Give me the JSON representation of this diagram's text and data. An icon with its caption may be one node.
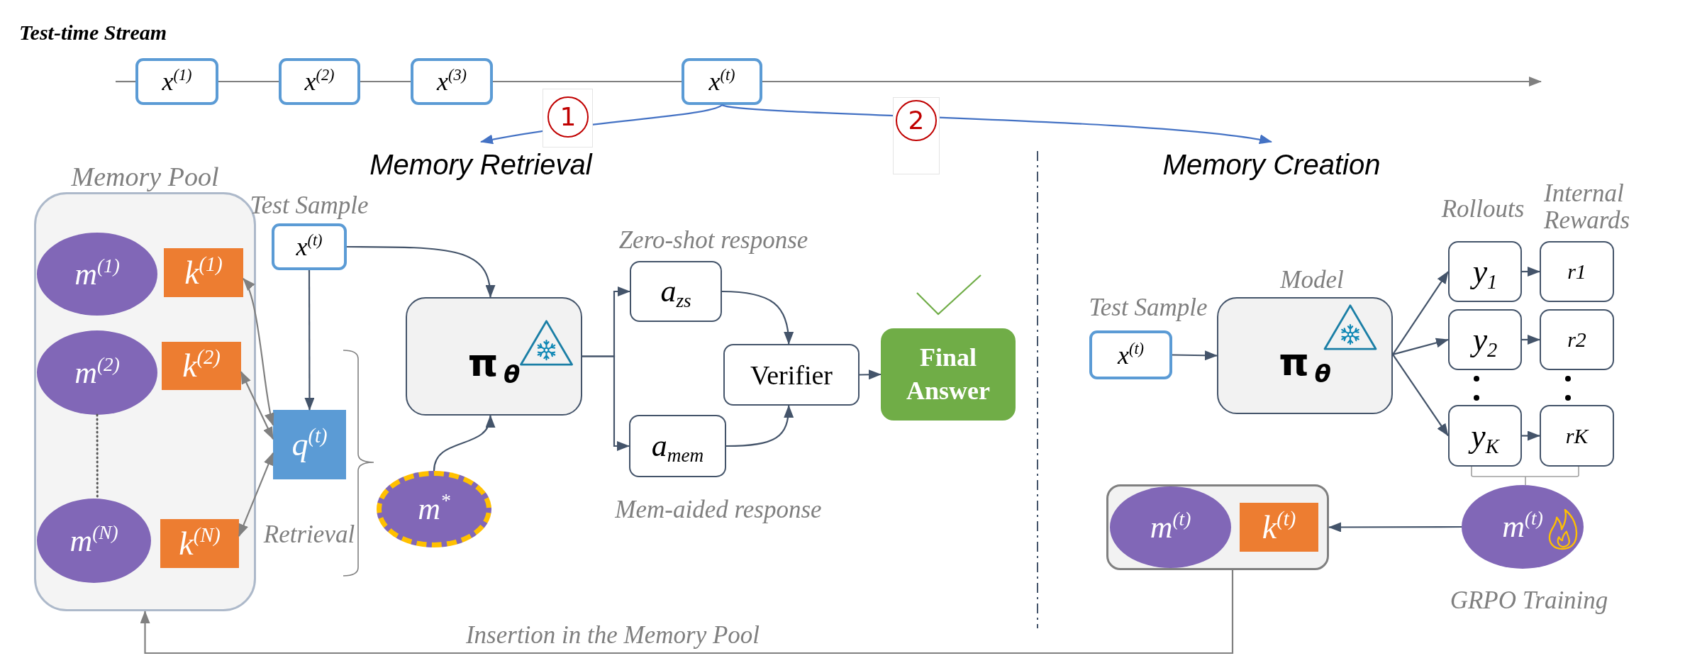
{
  "diagram": {
    "title": "Test-time Stream",
    "nodes": [
      {
        "text": [
          "x$^{(1)}$"
        ]
      },
      {
        "text": [
          "x$^{(2)}$"
        ]
      },
      {
        "text": [
          "x$^{(3)}$"
        ]
      },
      {
        "text": [
          "x$^{(t)}$"
        ]
      },
      {
        "text": [
          "Memory Retrieval"
        ]
      },
      {
        "text": [
          "Memory Creation"
        ]
      },
      {
        "text": [
          "Memory Pool"
        ]
      },
      {
        "text": [
          "m$^{(1)}$"
        ],
        "in": 6
      },
      {
        "text": [
          "k$^{(1)}$"
        ],
        "in": 6
      },
      {
        "text": [
          "m$^{(2)}$"
        ],
        "in": 6
      },
      {
        "text": [
          "k$^{(2)}$"
        ],
        "in": 6
      },
      {
        "text": [
          "m$^{(N)}$"
        ],
        "in": 6
      },
      {
        "text": [
          "k$^{(N)}$"
        ],
        "in": 6
      },
      {
        "text": [
          "x$^{(t)}$"
        ],
        "beside": [
          "Test Sample"
        ]
      },
      {
        "text": [
          "q$^{(t)}$"
        ]
      },
      {
        "text": [
          "m$^{*}$"
        ]
      },
      {
        "text": [
          "π$_{θ}$"
        ]
      },
      {
        "text": [
          "a$_{zs}$"
        ],
        "beside": [
          "Zero-shot response"
        ]
      },
      {
        "text": [
          "a$_{mem}$"
        ],
        "beside": [
          "Mem-aided response"
        ]
      },
      {
        "text": [
          "Verifier"
        ]
      },
      {
        "text": [
          "Final Answer"
        ]
      },
      {
        "text": [
          "x$^{(t)}$"
        ],
        "beside": [
          "Test Sample"
        ]
      },
      {
        "text": [
          "π$_{θ}$"
        ],
        "beside": [
          "Model"
        ]
      },
      {
        "text": [
          "y$_{1}$"
        ]
      },
      {
        "text": [
          "r1"
        ]
      },
      {
        "text": [
          "y$_{2}$"
        ]
      },
      {
        "text": [
          "r2"
        ]
      },
      {
        "text": [
          "y$_{K}$"
        ]
      },
      {
        "text": [
          "rK"
        ]
      },
      {
        "text": [
          "m$^{(t)}$"
        ],
        "beside": [
          "GRPO Training"
        ]
      },
      {
        "text": [],
        "shape": "box"
      },
      {
        "text": [
          "m$^{(t)}$"
        ],
        "in": 30
      },
      {
        "text": [
          "k$^{(t)}$"
        ],
        "in": 30
      }
    ],
    "edges": [
      {
        "from": null,
        "to": 0,
        "arrow": "none",
        "color": "#808080"
      },
      {
        "from": 0,
        "to": 1,
        "arrow": "none",
        "color": "#808080"
      },
      {
        "from": 1,
        "to": 2,
        "arrow": "none",
        "color": "#808080"
      },
      {
        "from": 2,
        "to": 3,
        "arrow": "none",
        "color": "#808080"
      },
      {
        "from": 3,
        "to": null,
        "arrow": "to",
        "color": "#808080"
      },
      {
        "from": 3,
        "to": 4,
        "arrow": "to",
        "label": "1",
        "color": "#4472c4"
      },
      {
        "from": 3,
        "to": 5,
        "arrow": "to",
        "label": "2",
        "color": "#4472c4"
      },
      {
        "from": 13,
        "to": 14,
        "arrow": "to"
      },
      {
        "from": 14,
        "to": 8,
        "arrow": "both",
        "color": "#808080"
      },
      {
        "from": 14,
        "to": 10,
        "arrow": "both",
        "color": "#808080"
      },
      {
        "from": 14,
        "to": 12,
        "arrow": "both",
        "color": "#808080"
      },
      {
        "from": 13,
        "to": 16,
        "arrow": "to"
      },
      {
        "from": 15,
        "to": 16,
        "arrow": "to"
      },
      {
        "from": 16,
        "to": 17,
        "arrow": "to"
      },
      {
        "from": 16,
        "to": 18,
        "arrow": "to"
      },
      {
        "from": 17,
        "to": 19,
        "arrow": "to"
      },
      {
        "from": 18,
        "to": 19,
        "arrow": "to"
      },
      {
        "from": 19,
        "to": 20,
        "arrow": "to"
      },
      {
        "from": 21,
        "to": 22,
        "arrow": "to"
      },
      {
        "from": 22,
        "to": 23,
        "arrow": "to"
      },
      {
        "from": 22,
        "to": 25,
        "arrow": "to"
      },
      {
        "from": 22,
        "to": 27,
        "arrow": "to"
      },
      {
        "from": 23,
        "to": 24,
        "arrow": "to"
      },
      {
        "from": 25,
        "to": 26,
        "arrow": "to"
      },
      {
        "from": 27,
        "to": 28,
        "arrow": "to"
      },
      {
        "from": 29,
        "to": 30,
        "arrow": "to"
      },
      {
        "from": 30,
        "to": 6,
        "arrow": "to",
        "label": "Insertion in the Memory Pool",
        "color": "#808080"
      },
      {
        "from": 9,
        "to": 11,
        "arrow": "none",
        "style": "dashed",
        "color": "#595959"
      }
    ],
    "labels": [
      "Rollouts",
      "Internal Rewards",
      "Retrieval"
    ]
  }
}
